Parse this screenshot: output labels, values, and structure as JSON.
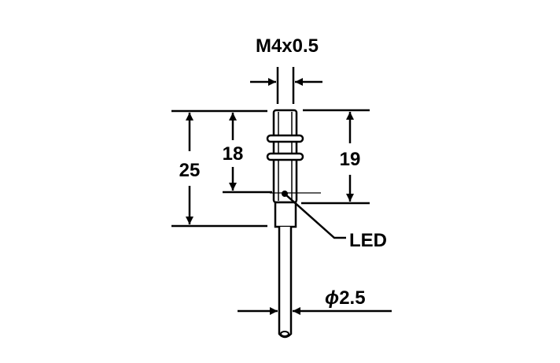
{
  "dimensions": {
    "thread": "M4x0.5",
    "total_length": "25",
    "thread_length": "18",
    "led_position": "19",
    "cable_diameter": "2.5",
    "diameter_symbol": "ϕ"
  },
  "labels": {
    "led": "LED"
  },
  "colors": {
    "line": "#000000",
    "background": "#ffffff"
  }
}
